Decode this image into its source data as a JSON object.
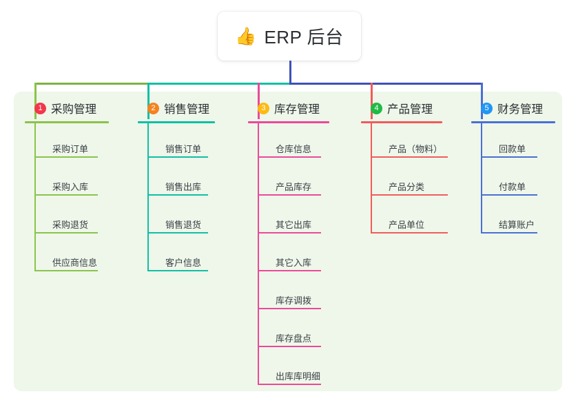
{
  "canvas": {
    "background": "#ffffff",
    "panel_color": "#eef7ea"
  },
  "root": {
    "emoji": "👍",
    "emoji_name": "thumbs-up-emoji",
    "title": "ERP 后台",
    "card_background": "#ffffff",
    "stem_color": "#3f51b5"
  },
  "connector": {
    "segments": [
      {
        "color": "#7cb342"
      },
      {
        "color": "#10bfa5"
      },
      {
        "color": "#3f51b5"
      }
    ]
  },
  "branches": [
    {
      "number": "1",
      "label": "采购管理",
      "badge_color": "#f4364c",
      "line_color": "#8bc34a",
      "items": [
        {
          "label": "采购订单"
        },
        {
          "label": "采购入库"
        },
        {
          "label": "采购退货"
        },
        {
          "label": "供应商信息"
        }
      ]
    },
    {
      "number": "2",
      "label": "销售管理",
      "badge_color": "#f5821f",
      "line_color": "#10bfa5",
      "items": [
        {
          "label": "销售订单"
        },
        {
          "label": "销售出库"
        },
        {
          "label": "销售退货"
        },
        {
          "label": "客户信息"
        }
      ]
    },
    {
      "number": "3",
      "label": "库存管理",
      "badge_color": "#fdba12",
      "line_color": "#ec4899",
      "items": [
        {
          "label": "仓库信息"
        },
        {
          "label": "产品库存"
        },
        {
          "label": "其它出库"
        },
        {
          "label": "其它入库"
        },
        {
          "label": "库存调拨"
        },
        {
          "label": "库存盘点"
        },
        {
          "label": "出库库明细"
        }
      ]
    },
    {
      "number": "4",
      "label": "产品管理",
      "badge_color": "#21ba45",
      "line_color": "#f15b5b",
      "items": [
        {
          "label": "产品（物料）"
        },
        {
          "label": "产品分类"
        },
        {
          "label": "产品单位"
        }
      ]
    },
    {
      "number": "5",
      "label": "财务管理",
      "badge_color": "#2196f3",
      "line_color": "#4a6fd4",
      "items": [
        {
          "label": "回款单"
        },
        {
          "label": "付款单"
        },
        {
          "label": "结算账户"
        }
      ]
    }
  ]
}
